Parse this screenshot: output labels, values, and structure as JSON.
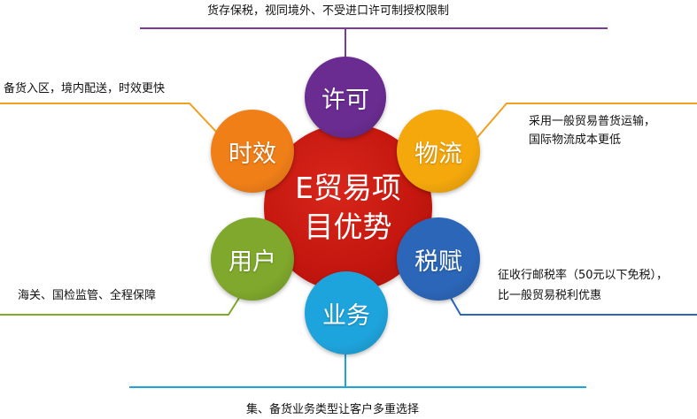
{
  "center": {
    "line1": "E贸易项",
    "line2": "目优势",
    "color": "#c5170f"
  },
  "nodes": [
    {
      "id": "license",
      "label": "许可",
      "color": "#6a2c91"
    },
    {
      "id": "logistics",
      "label": "物流",
      "color": "#f4a80c"
    },
    {
      "id": "tax",
      "label": "税赋",
      "color": "#2c66b8"
    },
    {
      "id": "business",
      "label": "业务",
      "color": "#1ea4dc"
    },
    {
      "id": "user",
      "label": "用户",
      "color": "#7fa82c"
    },
    {
      "id": "timeliness",
      "label": "时效",
      "color": "#f07f18"
    }
  ],
  "annotations": {
    "license": "货存保税，视同境外、不受进口许可制授权限制",
    "timeliness": "备货入区，境内配送，时效更快",
    "logistics_1": "采用一般贸易普货运输，",
    "logistics_2": "国际物流成本更低",
    "tax_1": "征收行邮税率（50元以下免税），",
    "tax_2": "比一般贸易税利优惠",
    "user": "海关、国检监管、全程保障",
    "business": "集、备货业务类型让客户多重选择"
  },
  "line_colors": {
    "license": "#7b3a96",
    "timeliness": "#f0a020",
    "logistics": "#f0a020",
    "tax": "#2c66b8",
    "user": "#7fa82c",
    "business": "#1ea4dc"
  }
}
